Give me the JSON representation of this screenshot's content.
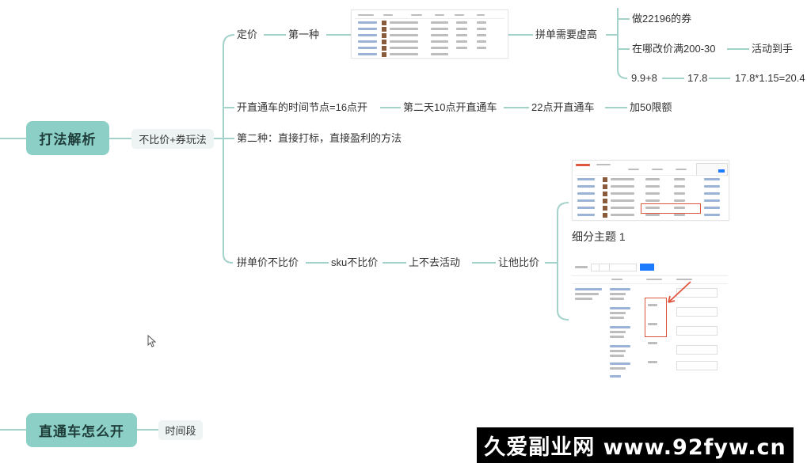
{
  "main_nodes": {
    "strategy": "打法解析",
    "train": "直通车怎么开"
  },
  "sub_nodes": {
    "no_compare": "不比价+券玩法",
    "time_slot": "时间段"
  },
  "branches": {
    "pricing": "定价",
    "first_kind": "第一种",
    "group_price_high": "拼单需要虚高",
    "coupon_22196": "做22196的券",
    "where_change_price": "在哪改价满200-30",
    "activity_to": "活动到手",
    "p_99_8": "9.9+8",
    "p_178": "17.8",
    "p_formula": "17.8*1.15=20.4",
    "train_time": "开直通车的时间节点=16点开",
    "next_day_10": "第二天10点开直通车",
    "at_22": "22点开直通车",
    "add_50": "加50限额",
    "second_kind": "第二种：直接打标，直接盈利的方法",
    "group_no_compare": "拼单价不比价",
    "sku_no_compare": "sku不比价",
    "no_activity": "上不去活动",
    "let_compare": "让他比价",
    "subtopic_1": "细分主题 1"
  },
  "watermark": "久爱副业网 www.92fyw.cn",
  "colors": {
    "main_node_bg": "#8ccfc6",
    "sub_node_bg": "#eef4f3",
    "line": "#9fcfc8",
    "watermark_bg": "#000000"
  }
}
